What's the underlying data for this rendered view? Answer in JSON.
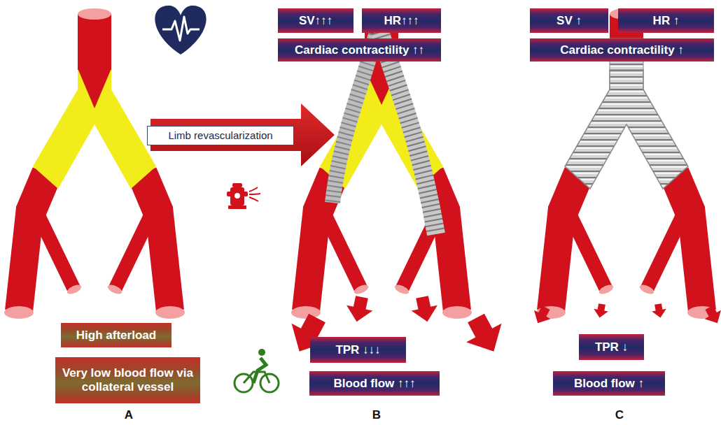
{
  "diagram": {
    "nodes": [
      {
        "text": [
          "SV↑↑↑"
        ]
      },
      {
        "text": [
          "HR↑↑↑"
        ]
      },
      {
        "text": [
          "SV ↑"
        ]
      },
      {
        "text": [
          "HR ↑"
        ]
      },
      {
        "text": [
          "Cardiac contractility ↑↑"
        ]
      },
      {
        "text": [
          "Cardiac contractility ↑"
        ]
      },
      {
        "text": [
          "Limb revascularization"
        ]
      },
      {
        "text": [
          "High afterload"
        ]
      },
      {
        "text": [
          "TPR ↓↓↓"
        ]
      },
      {
        "text": [
          "TPR ↓"
        ]
      },
      {
        "text": [
          "Very low blood flow via collateral vessel"
        ]
      },
      {
        "text": [
          "Blood flow ↑↑↑"
        ]
      },
      {
        "text": [
          "Blood flow ↑"
        ]
      }
    ],
    "labels": [
      "A",
      "B",
      "C"
    ]
  }
}
